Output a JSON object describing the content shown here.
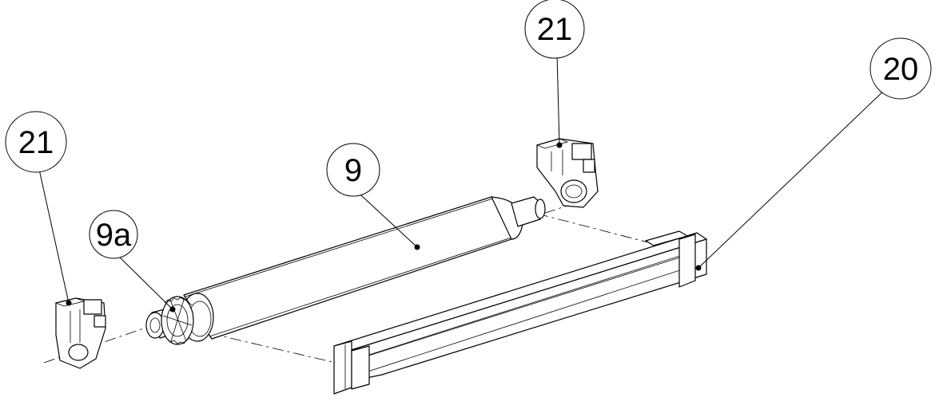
{
  "callouts": {
    "bracket_left": "21",
    "bracket_right": "21",
    "frame": "20",
    "roller": "9",
    "gear": "9a"
  }
}
